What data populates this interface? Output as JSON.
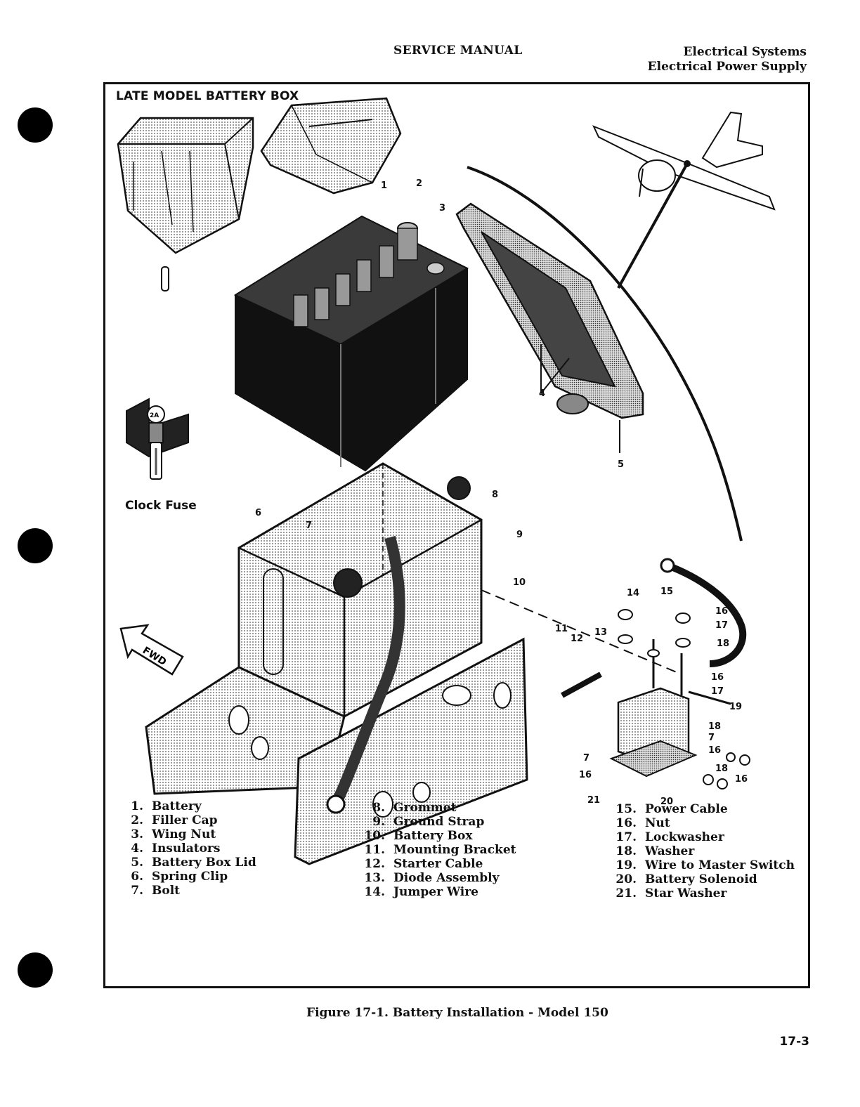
{
  "header": {
    "center": "SERVICE MANUAL",
    "right_line1": "Electrical Systems",
    "right_line2": "Electrical Power Supply"
  },
  "figure": {
    "box_title": "LATE MODEL BATTERY BOX",
    "clock_fuse_label": "Clock Fuse",
    "fuse_rating": "2A",
    "fwd_label": "FWD",
    "callouts": [
      "1",
      "2",
      "3",
      "4",
      "5",
      "6",
      "7",
      "8",
      "9",
      "10",
      "11",
      "12",
      "13",
      "14",
      "15",
      "16",
      "17",
      "18",
      "16",
      "17",
      "18",
      "19",
      "7",
      "16",
      "18",
      "16",
      "7",
      "16",
      "21",
      "20"
    ],
    "legend": [
      {
        "num": "1.",
        "label": "Battery"
      },
      {
        "num": "2.",
        "label": "Filler Cap"
      },
      {
        "num": "3.",
        "label": "Wing Nut"
      },
      {
        "num": "4.",
        "label": "Insulators"
      },
      {
        "num": "5.",
        "label": "Battery Box Lid"
      },
      {
        "num": "6.",
        "label": "Spring Clip"
      },
      {
        "num": "7.",
        "label": "Bolt"
      },
      {
        "num": "8.",
        "label": "Grommet"
      },
      {
        "num": "9.",
        "label": "Ground Strap"
      },
      {
        "num": "10.",
        "label": "Battery Box"
      },
      {
        "num": "11.",
        "label": "Mounting Bracket"
      },
      {
        "num": "12.",
        "label": "Starter Cable"
      },
      {
        "num": "13.",
        "label": "Diode Assembly"
      },
      {
        "num": "14.",
        "label": "Jumper Wire"
      },
      {
        "num": "15.",
        "label": "Power Cable"
      },
      {
        "num": "16.",
        "label": "Nut"
      },
      {
        "num": "17.",
        "label": "Lockwasher"
      },
      {
        "num": "18.",
        "label": "Washer"
      },
      {
        "num": "19.",
        "label": "Wire to Master Switch"
      },
      {
        "num": "20.",
        "label": "Battery Solenoid"
      },
      {
        "num": "21.",
        "label": "Star Washer"
      }
    ]
  },
  "caption": "Figure 17-1.  Battery Installation - Model 150",
  "page_number": "17-3"
}
